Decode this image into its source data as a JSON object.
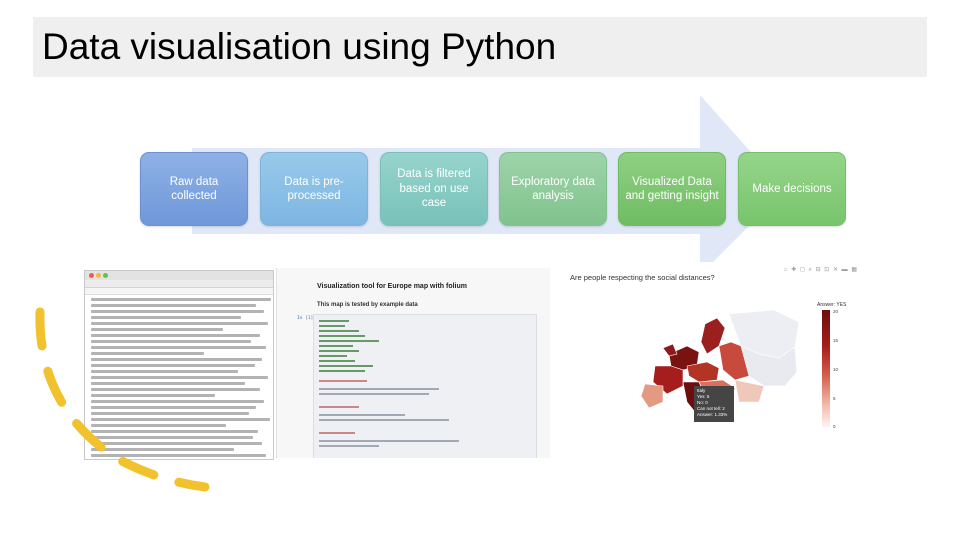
{
  "slide": {
    "title": "Data visualisation using Python"
  },
  "process": {
    "stages": [
      {
        "label": "Raw data collected"
      },
      {
        "label": "Data is pre-processed"
      },
      {
        "label": "Data is filtered based on use case"
      },
      {
        "label": "Exploratory data analysis"
      },
      {
        "label": "Visualized Data and getting insight"
      },
      {
        "label": "Make decisions"
      }
    ]
  },
  "screenshots": {
    "notebook": {
      "title": "Visualization tool for Europe map with folium",
      "subtitle": "This map is tested by example data",
      "prompt": "In [1]:"
    },
    "map": {
      "question": "Are people respecting the social distances?",
      "legend_title": "Answer: YES",
      "colorbar_ticks": [
        "20",
        "15",
        "10",
        "5",
        "0"
      ],
      "tooltip": [
        "Italy",
        "Yes: 5",
        "No: 0",
        "Can not tell: 2",
        "Answer: 1.33%"
      ]
    }
  },
  "colors": {
    "arrow": "#dfe6f7",
    "decoration": "#f2c12e"
  }
}
